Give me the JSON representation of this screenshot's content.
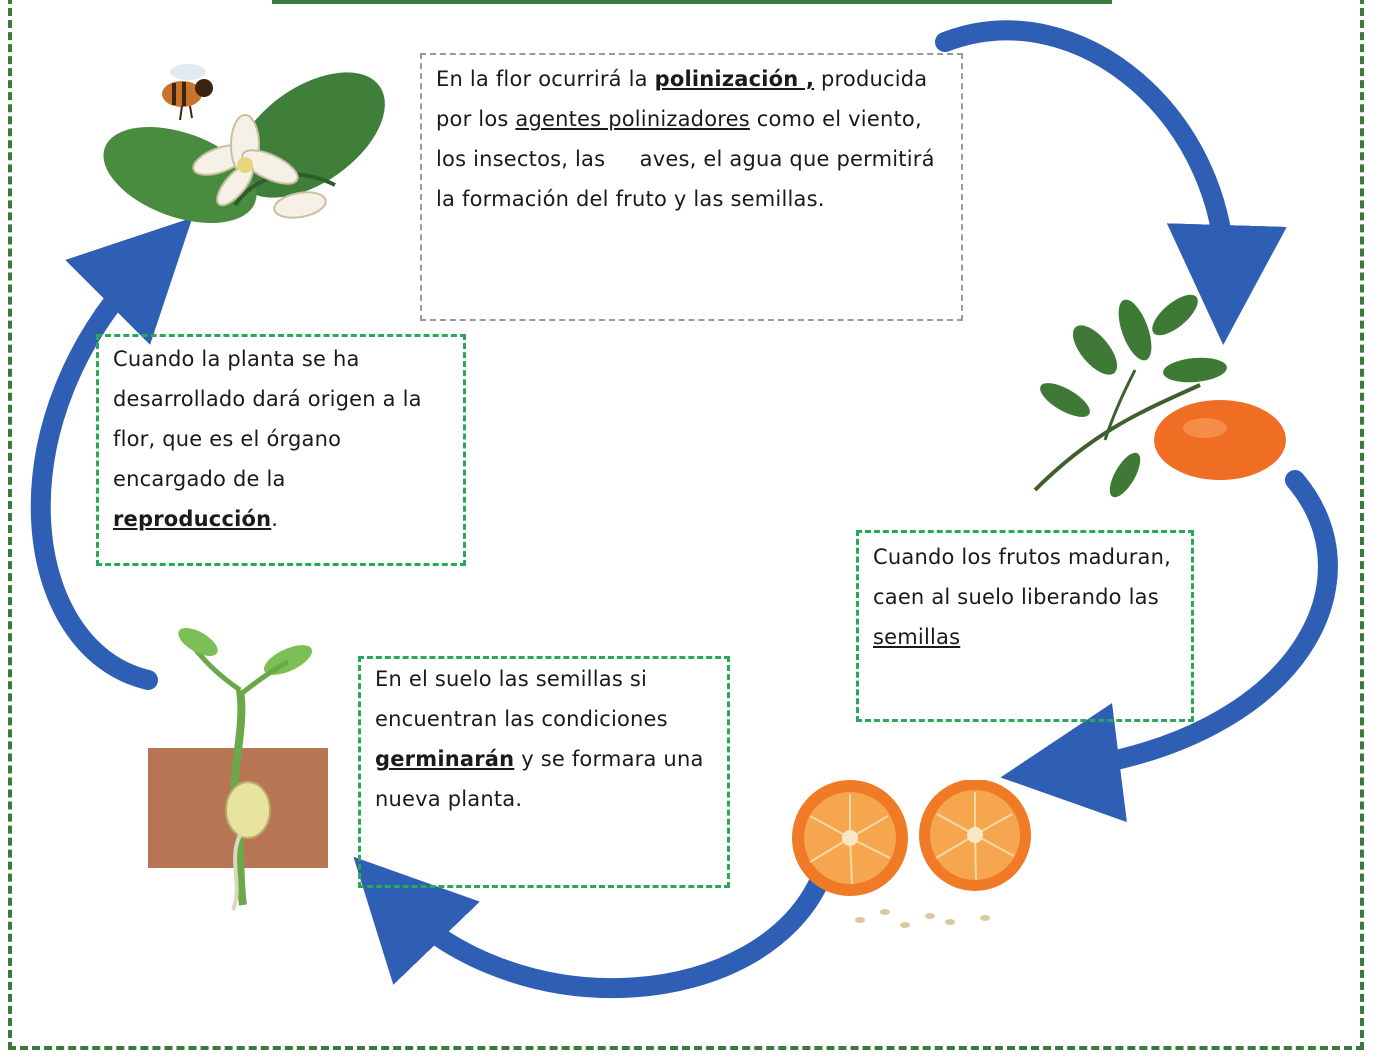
{
  "steps": {
    "pollination": {
      "pre": "En la flor ocurrirá la ",
      "term": "polinización ,",
      "mid1": " producida por los ",
      "link": "agentes polinizadores",
      "post": " como el viento, los insectos, las     aves, el agua que permitirá la formación del fruto y las semillas."
    },
    "fruit": {
      "pre": "Cuando los frutos maduran, caen al suelo liberando las ",
      "term": "semillas"
    },
    "germination": {
      "pre": "En el suelo las semillas si encuentran las condiciones ",
      "term": "germinarán",
      "post": " y se formara una nueva planta."
    },
    "flower": {
      "pre": "Cuando la planta se ha desarrollado dará origen a la flor, que es el órgano encargado de la ",
      "term": "reproducción",
      "post": "."
    }
  },
  "colors": {
    "arrow": "#2f5fb4",
    "box_green": "#29a85a",
    "box_gray": "#9a9a9a",
    "frame": "#3a7a3a"
  },
  "icons": [
    "bee-icon",
    "orange-blossom-icon",
    "orange-branch-icon",
    "orange-halves-icon",
    "seedling-icon"
  ]
}
